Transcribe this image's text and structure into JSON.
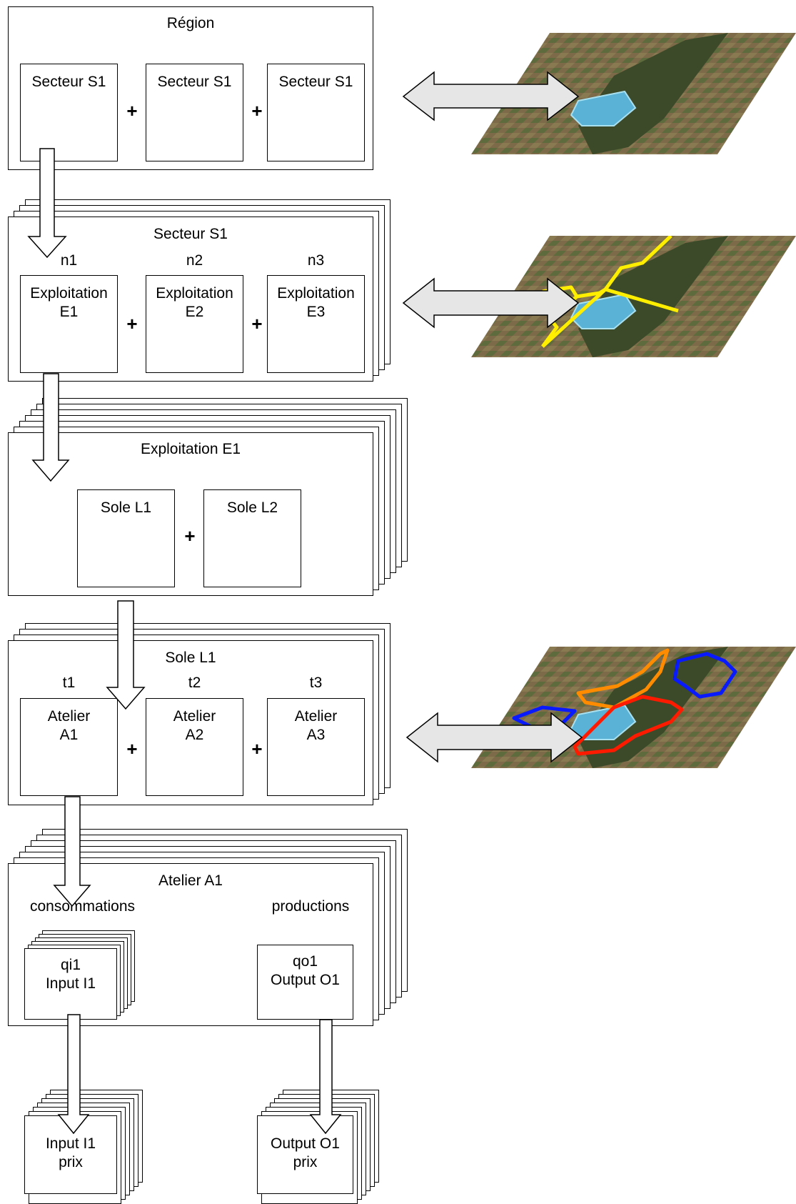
{
  "region": {
    "title": "Région",
    "sectors": [
      "Secteur S1",
      "Secteur S1",
      "Secteur S1"
    ]
  },
  "sector": {
    "title": "Secteur S1",
    "counts": [
      "n1",
      "n2",
      "n3"
    ],
    "farms": [
      "Exploitation\nE1",
      "Exploitation\nE2",
      "Exploitation\nE3"
    ]
  },
  "farm": {
    "title": "Exploitation E1",
    "soles": [
      "Sole L1",
      "Sole L2"
    ]
  },
  "sole": {
    "title": "Sole L1",
    "times": [
      "t1",
      "t2",
      "t3"
    ],
    "workshops": [
      "Atelier\nA1",
      "Atelier\nA2",
      "Atelier\nA3"
    ]
  },
  "workshop": {
    "title": "Atelier A1",
    "left_heading": "consommations",
    "right_heading": "productions",
    "input": "qi1\nInput I1",
    "output": "qo1\nOutput O1"
  },
  "prices": {
    "input": "Input I1\nprix",
    "output": "Output O1\nprix"
  },
  "plus_sign": "+",
  "colors": {
    "sector_boundary": "#ffee00",
    "zone_orange": "#ff8c00",
    "zone_red": "#ff1a00",
    "zone_blue": "#0a1aff",
    "arrow_fill": "#e6e6e6"
  }
}
